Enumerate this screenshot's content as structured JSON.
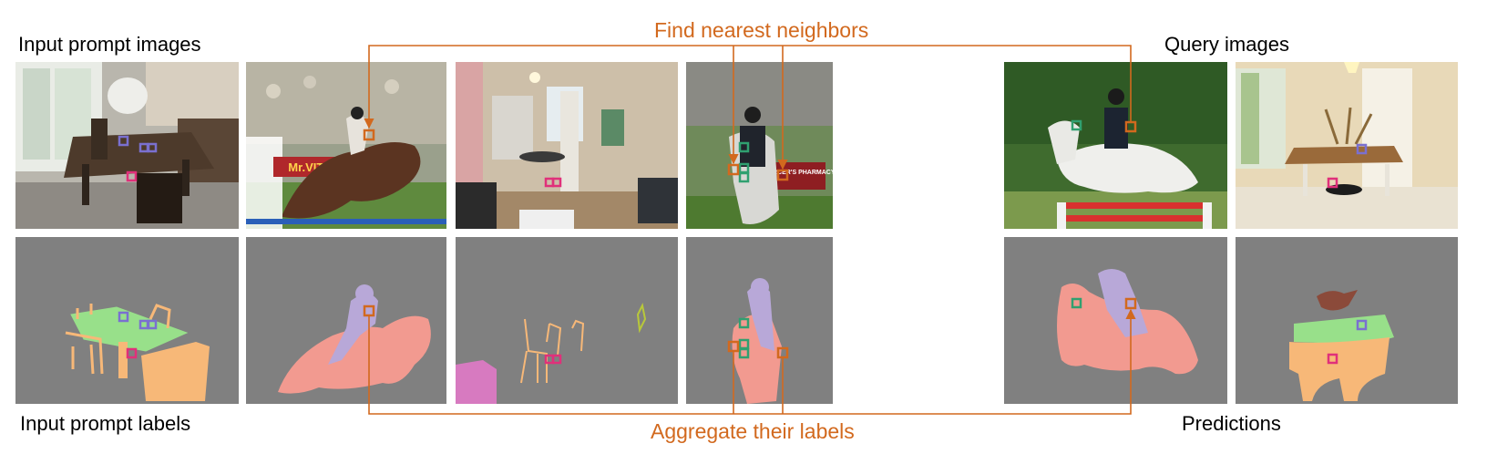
{
  "labels": {
    "input_prompt_images": "Input prompt images",
    "input_prompt_labels": "Input prompt labels",
    "query_images": "Query images",
    "predictions": "Predictions",
    "find_nearest_neighbors": "Find nearest neighbors",
    "aggregate_labels": "Aggregate their labels"
  },
  "photo_text": {
    "banner_horse": "Mr.VITA",
    "sign_pharmacy": "MERCER'S PHARMACY"
  },
  "colors": {
    "accent_orange": "#d2691e",
    "segment_background": "#808080",
    "class_table": "#98e08a",
    "class_chair": "#f7b878",
    "class_person": "#b8a8d8",
    "class_horse": "#f29a90",
    "class_sofa": "#d77ac0",
    "class_plant": "#b8c83a",
    "class_bird": "#8b4a3a",
    "marker_purple": "#7a70d0",
    "marker_pink": "#e0307a",
    "marker_green": "#30a070",
    "marker_orange": "#d2691e"
  },
  "panels": [
    {
      "id": "dining-room-photo",
      "kind": "photo",
      "scene": "dining room with table and chairs"
    },
    {
      "id": "horse-jump-photo-1",
      "kind": "photo",
      "scene": "rider on brown horse jumping"
    },
    {
      "id": "kitchen-photo",
      "kind": "photo",
      "scene": "kitchen with chairs"
    },
    {
      "id": "horse-rider-photo-2",
      "kind": "photo",
      "scene": "rider on white horse"
    },
    {
      "id": "query-horse-photo",
      "kind": "photo",
      "scene": "rider on white horse jumping"
    },
    {
      "id": "query-dining-photo",
      "kind": "photo",
      "scene": "dining area with table and chairs"
    }
  ]
}
